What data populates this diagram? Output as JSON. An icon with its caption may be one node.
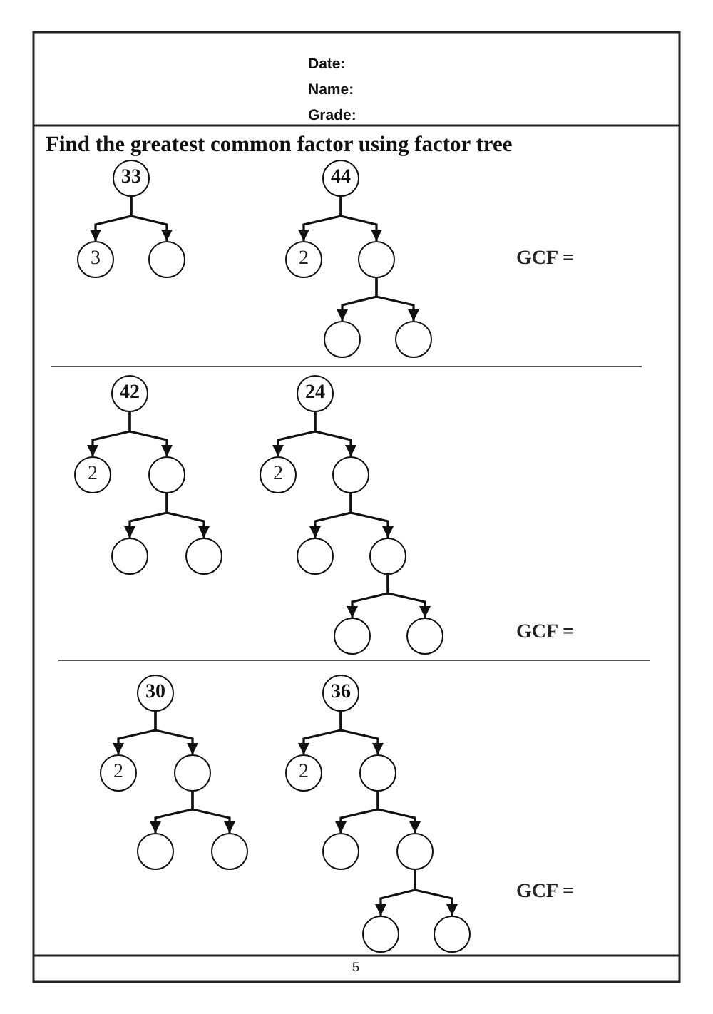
{
  "diagram": {
    "title": "Find the greatest common factor using factor tree",
    "nodes": [
      {
        "text": [
          "33"
        ]
      },
      {
        "text": [
          "3"
        ]
      },
      {
        "text": [],
        "shape": "circle"
      },
      {
        "text": [
          "44"
        ]
      },
      {
        "text": [
          "2"
        ]
      },
      {
        "text": [],
        "shape": "circle"
      },
      {
        "text": [],
        "shape": "circle"
      },
      {
        "text": [],
        "shape": "circle"
      },
      {
        "text": [
          "42"
        ]
      },
      {
        "text": [
          "2"
        ]
      },
      {
        "text": [],
        "shape": "circle"
      },
      {
        "text": [],
        "shape": "circle"
      },
      {
        "text": [],
        "shape": "circle"
      },
      {
        "text": [
          "24"
        ]
      },
      {
        "text": [
          "2"
        ]
      },
      {
        "text": [],
        "shape": "circle"
      },
      {
        "text": [],
        "shape": "circle"
      },
      {
        "text": [],
        "shape": "circle"
      },
      {
        "text": [],
        "shape": "circle"
      },
      {
        "text": [],
        "shape": "circle"
      },
      {
        "text": [
          "30"
        ]
      },
      {
        "text": [
          "2"
        ]
      },
      {
        "text": [],
        "shape": "circle"
      },
      {
        "text": [],
        "shape": "circle"
      },
      {
        "text": [],
        "shape": "circle"
      },
      {
        "text": [
          "36"
        ]
      },
      {
        "text": [
          "2"
        ]
      },
      {
        "text": [],
        "shape": "circle"
      },
      {
        "text": [],
        "shape": "circle"
      },
      {
        "text": [],
        "shape": "circle"
      },
      {
        "text": [],
        "shape": "circle"
      },
      {
        "text": [],
        "shape": "circle"
      }
    ],
    "edges": [
      {
        "from": 0,
        "to": 1,
        "arrow": "to"
      },
      {
        "from": 0,
        "to": 2,
        "arrow": "to"
      },
      {
        "from": 3,
        "to": 4,
        "arrow": "to"
      },
      {
        "from": 3,
        "to": 5,
        "arrow": "to"
      },
      {
        "from": 5,
        "to": 6,
        "arrow": "to"
      },
      {
        "from": 5,
        "to": 7,
        "arrow": "to"
      },
      {
        "from": 8,
        "to": 9,
        "arrow": "to"
      },
      {
        "from": 8,
        "to": 10,
        "arrow": "to"
      },
      {
        "from": 10,
        "to": 11,
        "arrow": "to"
      },
      {
        "from": 10,
        "to": 12,
        "arrow": "to"
      },
      {
        "from": 13,
        "to": 14,
        "arrow": "to"
      },
      {
        "from": 13,
        "to": 15,
        "arrow": "to"
      },
      {
        "from": 15,
        "to": 16,
        "arrow": "to"
      },
      {
        "from": 15,
        "to": 17,
        "arrow": "to"
      },
      {
        "from": 17,
        "to": 18,
        "arrow": "to"
      },
      {
        "from": 17,
        "to": 19,
        "arrow": "to"
      },
      {
        "from": 20,
        "to": 21,
        "arrow": "to"
      },
      {
        "from": 20,
        "to": 22,
        "arrow": "to"
      },
      {
        "from": 22,
        "to": 23,
        "arrow": "to"
      },
      {
        "from": 22,
        "to": 24,
        "arrow": "to"
      },
      {
        "from": 25,
        "to": 26,
        "arrow": "to"
      },
      {
        "from": 25,
        "to": 27,
        "arrow": "to"
      },
      {
        "from": 27,
        "to": 28,
        "arrow": "to"
      },
      {
        "from": 27,
        "to": 29,
        "arrow": "to"
      },
      {
        "from": 29,
        "to": 30,
        "arrow": "to"
      },
      {
        "from": 29,
        "to": 31,
        "arrow": "to"
      }
    ],
    "labels": [
      "Date:",
      "Name:",
      "Grade:",
      "GCF =",
      "GCF =",
      "GCF =",
      "5"
    ]
  }
}
